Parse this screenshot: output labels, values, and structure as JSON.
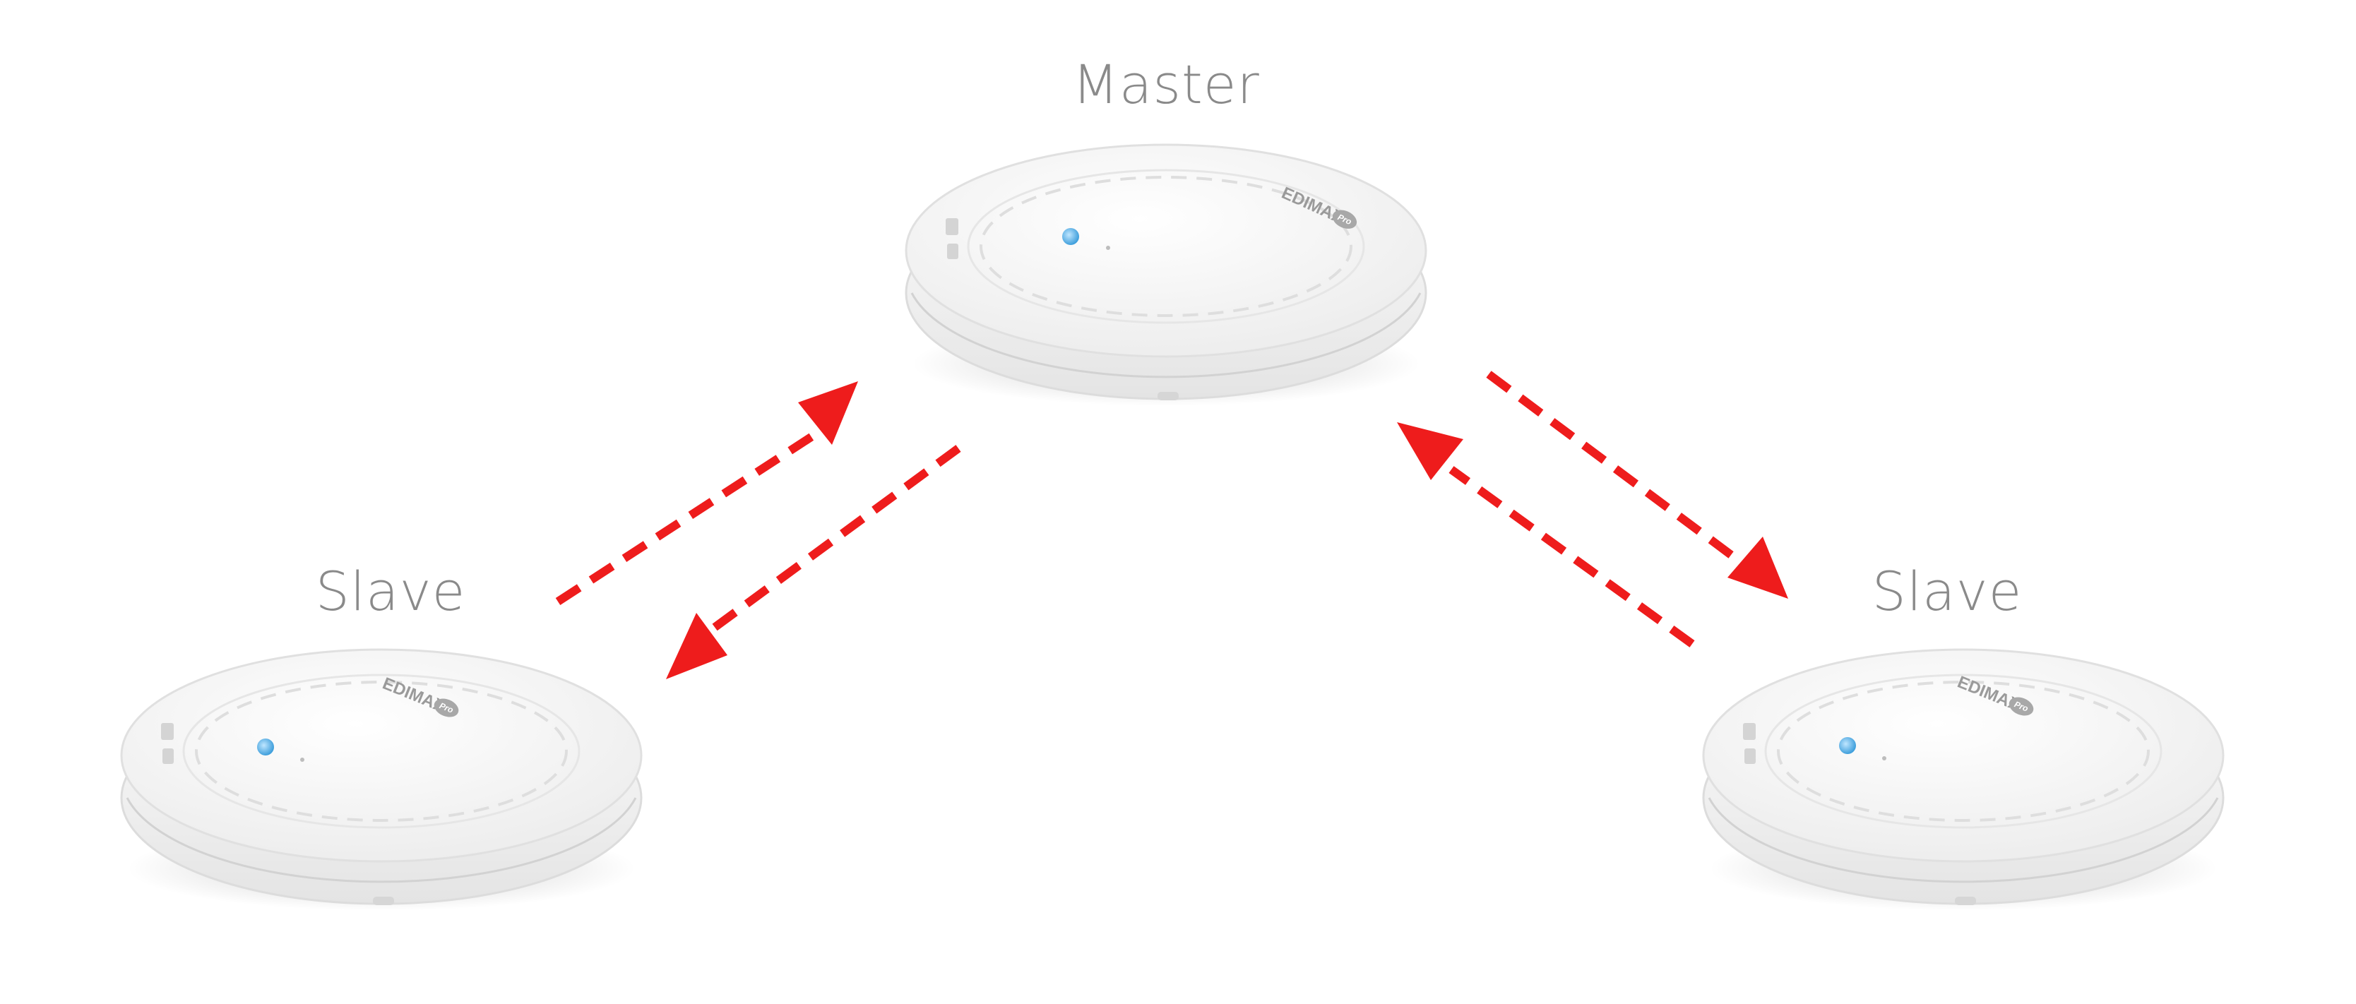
{
  "labels": {
    "master": "Master",
    "slave_left": "Slave",
    "slave_right": "Slave"
  },
  "device": {
    "brand": "EDIMAX",
    "brand_suffix": "Pro"
  },
  "colors": {
    "arrow": "#ee1c1c",
    "label": "#8a8a8a",
    "device_body": "#f7f7f7",
    "led": "#5fb6e8"
  }
}
